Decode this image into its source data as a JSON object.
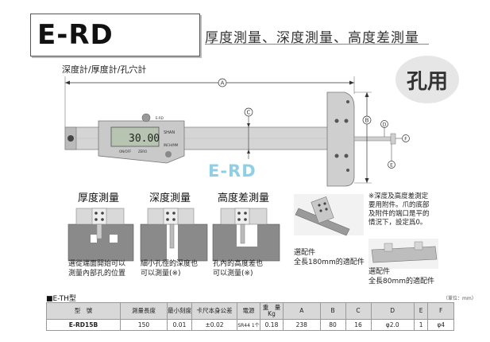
{
  "header": {
    "model": "E-RD",
    "headline": "厚度測量、深度測量、高度差測量",
    "subtitle": "深度計/厚度計/孔穴計",
    "badge": "孔用"
  },
  "diagram": {
    "labels": {
      "a": "A",
      "b": "B",
      "c": "C",
      "d": "D",
      "e": "E",
      "f": "F"
    },
    "watermark": "E-RD",
    "display_value": "30.00",
    "brand": "SHAN",
    "button_labels": [
      "ON/OFF",
      "ZERO",
      "INCH/MM"
    ]
  },
  "modes": [
    {
      "title": "厚度測量",
      "caption": [
        "選從端面開始可以",
        "測量內部孔的位置"
      ]
    },
    {
      "title": "深度測量",
      "caption": [
        "細小孔徑的深度也",
        "可以測量(※)"
      ]
    },
    {
      "title": "高度差測量",
      "caption": [
        "孔內的高度差也",
        "可以測量(※)"
      ]
    }
  ],
  "accessories": {
    "note": [
      "※深度及高度差測定",
      "要用附件。爪的底部",
      "及附件的端口是平的",
      "情況下，設定爲0。"
    ],
    "acc1": [
      "選配件",
      "全長180mm的適配件"
    ],
    "acc2": [
      "選配件",
      "全長80mm的適配件"
    ]
  },
  "spec": {
    "section": "■E-TH型",
    "unit": "（單位：mm）",
    "headers": [
      "型　號",
      "測量長度",
      "最小刻度",
      "卡尺本身公差",
      "電源",
      "重　量 Kg",
      "A",
      "B",
      "C",
      "D",
      "E",
      "F"
    ],
    "row": [
      "E-RD15B",
      "150",
      "0.01",
      "±0.02",
      "SR44 1个",
      "0.18",
      "238",
      "80",
      "16",
      "φ2.0",
      "1",
      "φ4"
    ]
  }
}
